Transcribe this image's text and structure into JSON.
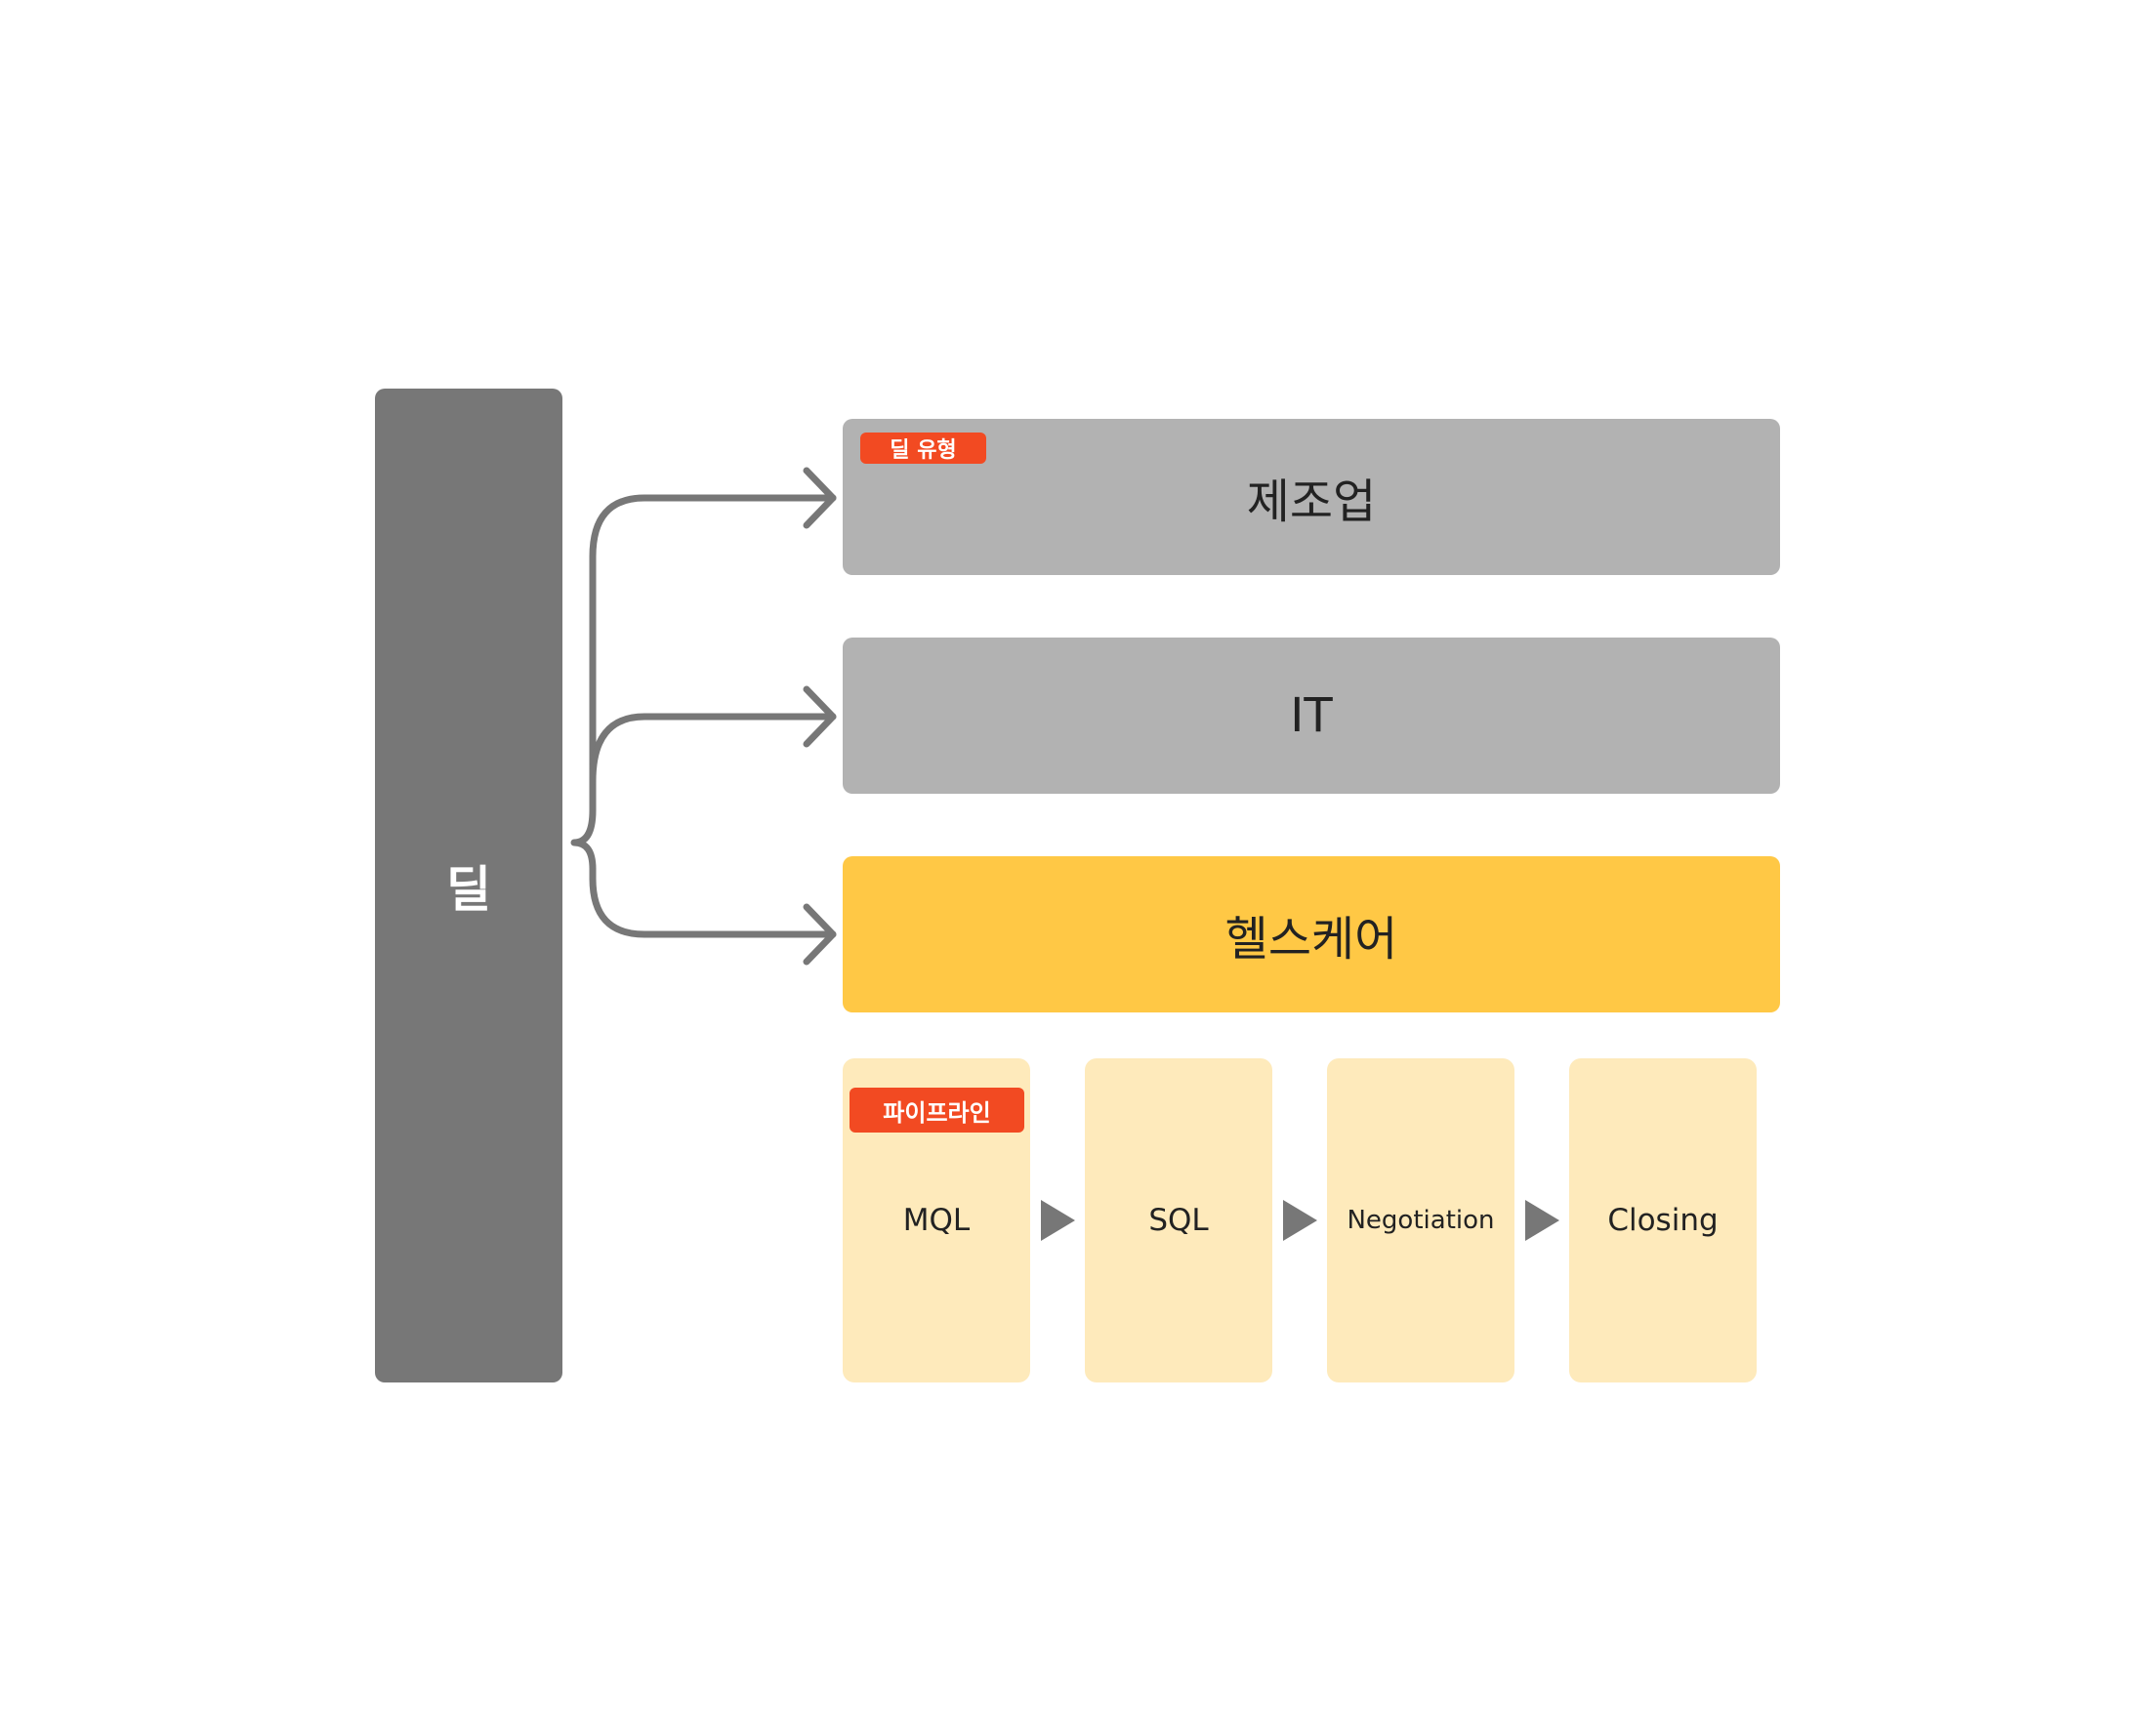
{
  "root": {
    "label": "딜"
  },
  "deal_types": {
    "badge": "딜 유형",
    "items": [
      {
        "label": "제조업",
        "highlighted": false
      },
      {
        "label": "IT",
        "highlighted": false
      },
      {
        "label": "헬스케어",
        "highlighted": true
      }
    ]
  },
  "pipeline": {
    "badge": "파이프라인",
    "stages": [
      "MQL",
      "SQL",
      "Negotiation",
      "Closing"
    ]
  },
  "colors": {
    "root": "#777777",
    "type_default": "#b2b2b2",
    "type_highlight": "#ffc845",
    "stage": "#feeabb",
    "badge": "#f24a22"
  }
}
